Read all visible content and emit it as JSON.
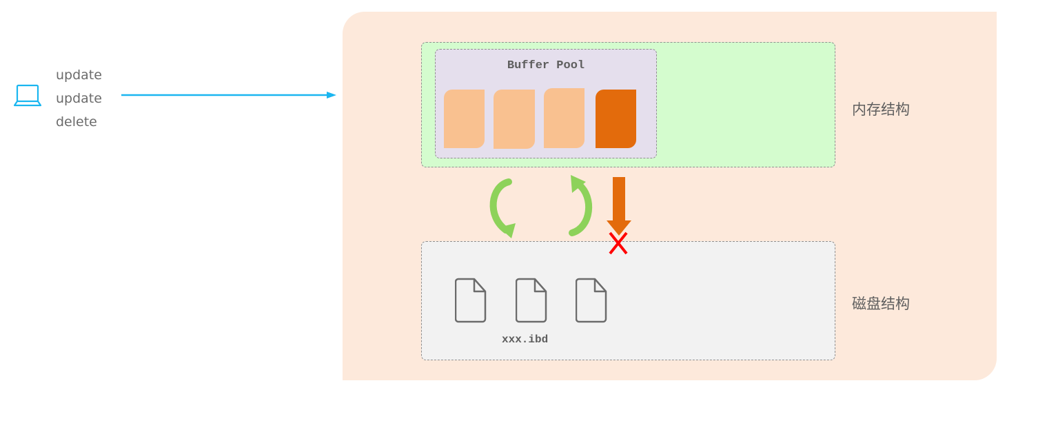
{
  "client": {
    "icon": "laptop-icon",
    "operations": [
      "update",
      "update",
      "delete"
    ]
  },
  "memory": {
    "label": "内存结构",
    "buffer_pool": {
      "title": "Buffer Pool",
      "pages": [
        {
          "state": "clean"
        },
        {
          "state": "clean"
        },
        {
          "state": "clean"
        },
        {
          "state": "dirty"
        }
      ]
    }
  },
  "disk": {
    "label": "磁盘结构",
    "files": [
      {
        "icon": "file-icon"
      },
      {
        "icon": "file-icon"
      },
      {
        "icon": "file-icon"
      }
    ],
    "file_name": "xxx.ibd"
  },
  "colors": {
    "arrow_in": "#1ab6f0",
    "panel_bg": "#fde9db",
    "memory_bg": "#d4fcce",
    "buffer_pool_bg": "#e5dfed",
    "disk_bg": "#f2f2f2",
    "page_clean": "#f9c190",
    "page_dirty": "#e36b0c",
    "sync_arrow": "#8dd25a",
    "flush_arrow": "#e36b0c",
    "blocked_mark": "#ff0000"
  }
}
